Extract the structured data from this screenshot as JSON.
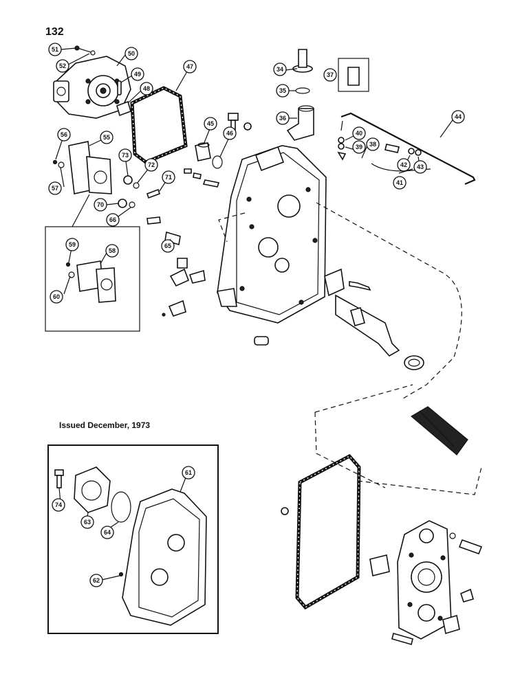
{
  "page_number": "132",
  "issued_note": "Issued December, 1973",
  "callouts": [
    "34",
    "35",
    "36",
    "37",
    "38",
    "39",
    "40",
    "41",
    "42",
    "43",
    "44",
    "45",
    "46",
    "47",
    "48",
    "49",
    "50",
    "51",
    "52",
    "55",
    "56",
    "57",
    "58",
    "59",
    "60",
    "61",
    "62",
    "63",
    "64",
    "65",
    "66",
    "70",
    "71",
    "72",
    "73",
    "74"
  ]
}
